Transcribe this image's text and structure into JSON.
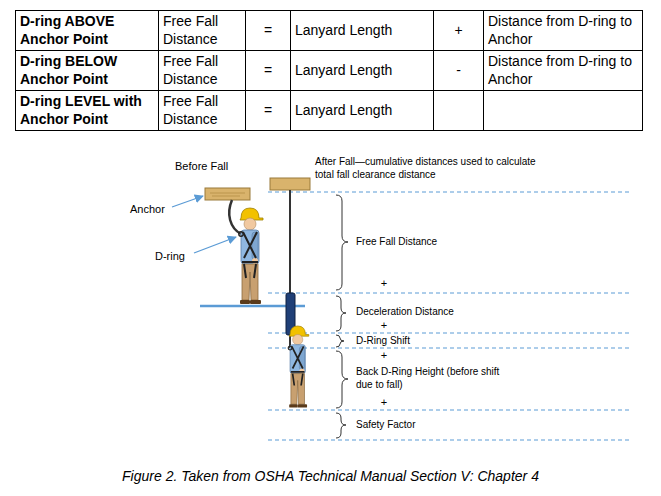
{
  "diagram": {
    "caption": "Figure 2. Taken from OSHA Technical Manual Section V: Chapter 4",
    "labels": [
      "D-ring ABOVE Anchor Point",
      "Free Fall Distance",
      "=",
      "Lanyard Length",
      "+",
      "Distance from D-ring to Anchor",
      "D-ring BELOW Anchor Point",
      "Free Fall Distance",
      "=",
      "Lanyard Length",
      "-",
      "Distance from D-ring to Anchor",
      "D-ring LEVEL with Anchor Point",
      "Free Fall Distance",
      "=",
      "Lanyard Length",
      "Before Fall",
      "After Fall—cumulative distances used to calculate total fall clearance distance",
      "Anchor",
      "D-ring",
      "Free Fall Distance",
      "+",
      "Deceleration Distance",
      "+",
      "D-Ring Shift",
      "+",
      "Back D-Ring Height (before shift due to fall)",
      "+",
      "Safety Factor"
    ]
  }
}
